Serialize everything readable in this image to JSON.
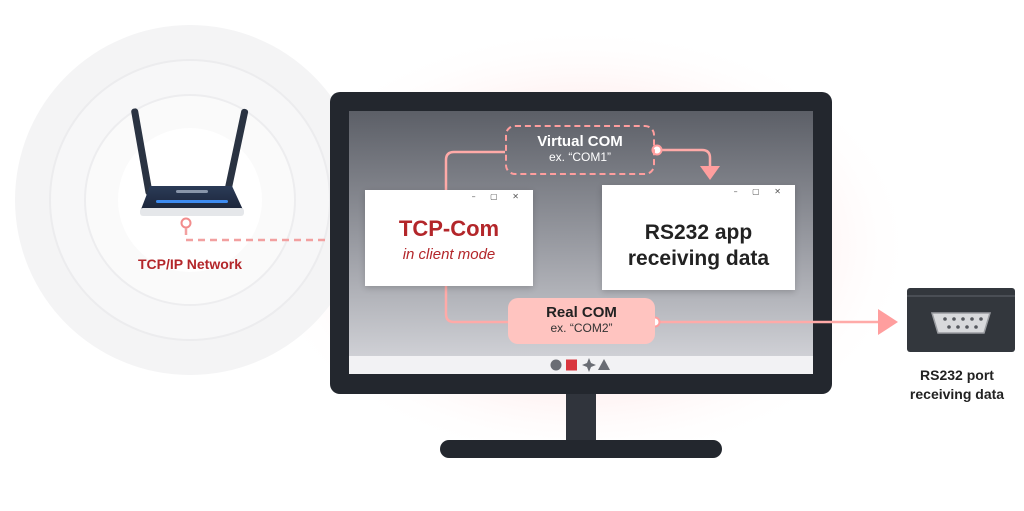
{
  "colors": {
    "accent": "#ff9e9e",
    "accent_dark": "#b3262a",
    "monitor": "#23272e",
    "screen_top": "#5b5e66",
    "screen_bottom": "#c9cad0",
    "pill_fill": "#ffc4c0"
  },
  "router": {
    "label": "TCP/IP Network"
  },
  "tcp_window": {
    "title": "TCP-Com",
    "subtitle": "in client mode"
  },
  "rs232_window": {
    "line1": "RS232 app",
    "line2": "receiving data"
  },
  "virtual_com": {
    "title": "Virtual COM",
    "example": "ex. “COM1”"
  },
  "real_com": {
    "title": "Real COM",
    "example": "ex. “COM2”"
  },
  "port": {
    "line1": "RS232 port",
    "line2": "receiving data"
  },
  "window_controls": "– ▢ ✕",
  "taskbar_icons": [
    "circle-icon",
    "square-icon",
    "sparkle-icon",
    "triangle-icon"
  ]
}
